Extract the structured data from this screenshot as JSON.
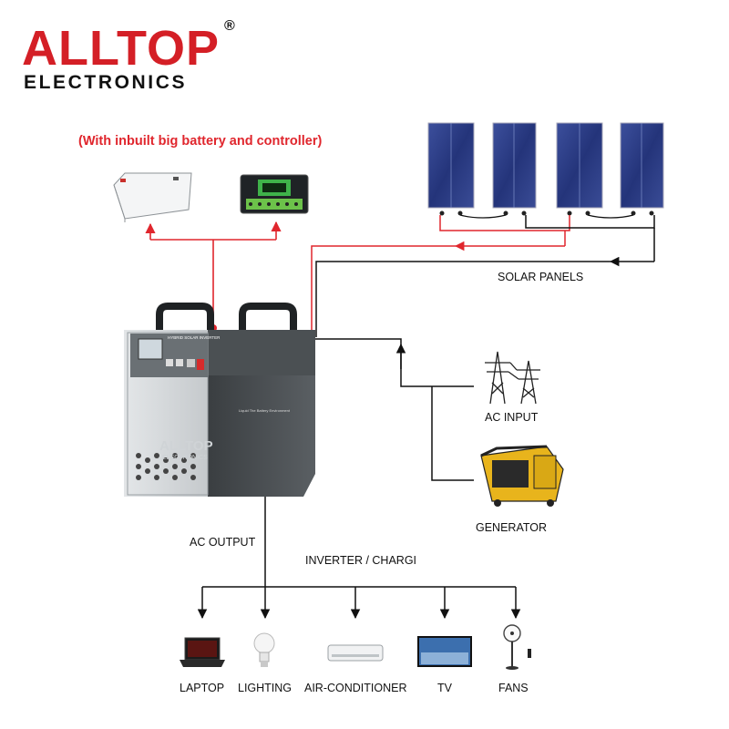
{
  "brand": {
    "name": "ALLTOP",
    "subtitle": "ELECTRONICS",
    "registered": "®"
  },
  "note": "(With inbuilt big battery and controller)",
  "device": {
    "panel_text": "HYBRID SOLAR INVERTER",
    "brand_emboss": "ALLTOP",
    "brand_emboss_sub": "ELECTRONICS",
    "side_label": "Liquid The Battery Environment"
  },
  "labels": {
    "solar_panels": "SOLAR PANELS",
    "ac_input": "AC INPUT",
    "generator": "GENERATOR",
    "ac_output": "AC OUTPUT",
    "inverter_charger": "INVERTER / CHARGI"
  },
  "loads": [
    {
      "label": "LAPTOP",
      "icon": "laptop-icon"
    },
    {
      "label": "LIGHTING",
      "icon": "light-bulb-icon"
    },
    {
      "label": "AIR-CONDITIONER",
      "icon": "air-conditioner-icon"
    },
    {
      "label": "TV",
      "icon": "tv-icon"
    },
    {
      "label": "FANS",
      "icon": "fan-icon"
    }
  ],
  "colors": {
    "brand_red": "#d41f26",
    "wire_red": "#e0262d",
    "wire_black": "#111111",
    "panel_blue": "#2b3d83",
    "device_grey": "#cfd3d6",
    "device_dark": "#2a2d2f"
  }
}
